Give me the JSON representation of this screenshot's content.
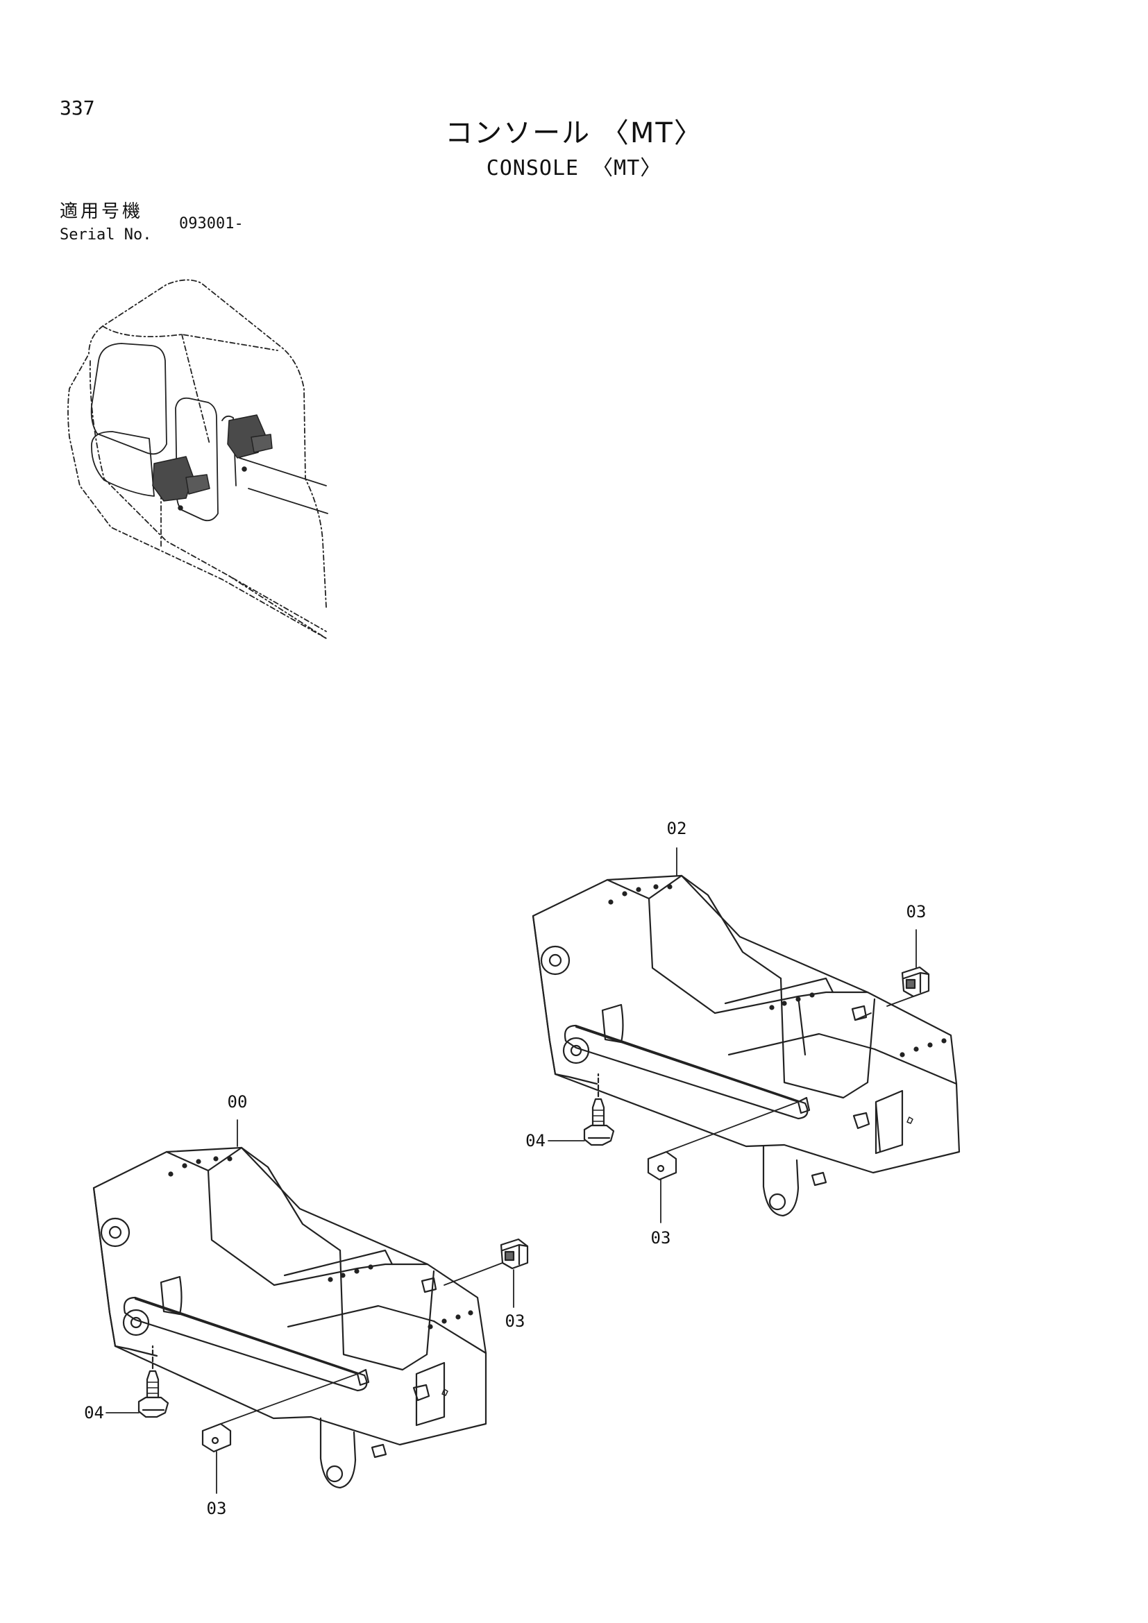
{
  "page": {
    "number": "337"
  },
  "title": {
    "japanese": "コンソール 〈MT〉",
    "english": "CONSOLE 〈MT〉"
  },
  "serial": {
    "label_ja": "適用号機",
    "label_en": "Serial No.",
    "value": "093001-"
  },
  "callouts": {
    "upper_console": "02",
    "upper_cap_right": "03",
    "upper_bolt": "04",
    "upper_cap_bottom": "03",
    "lower_console": "00",
    "lower_cap_right": "03",
    "lower_bolt": "04",
    "lower_cap_bottom": "03"
  }
}
